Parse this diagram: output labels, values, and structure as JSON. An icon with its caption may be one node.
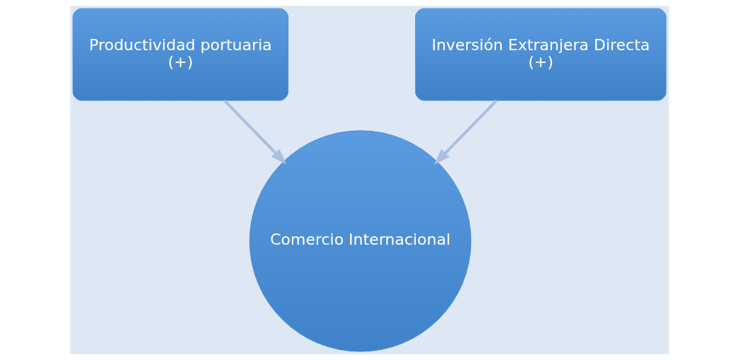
{
  "diagram": {
    "nodes": [
      {
        "text": [
          "Productividad portuaria",
          "(+)"
        ]
      },
      {
        "text": [
          "Inversión Extranjera Directa",
          "(+)"
        ]
      },
      {
        "text": [
          "Comercio Internacional"
        ]
      }
    ],
    "edges": [
      {
        "from": 0,
        "to": 2,
        "arrow": "to"
      },
      {
        "from": 1,
        "to": 2,
        "arrow": "to"
      }
    ]
  }
}
